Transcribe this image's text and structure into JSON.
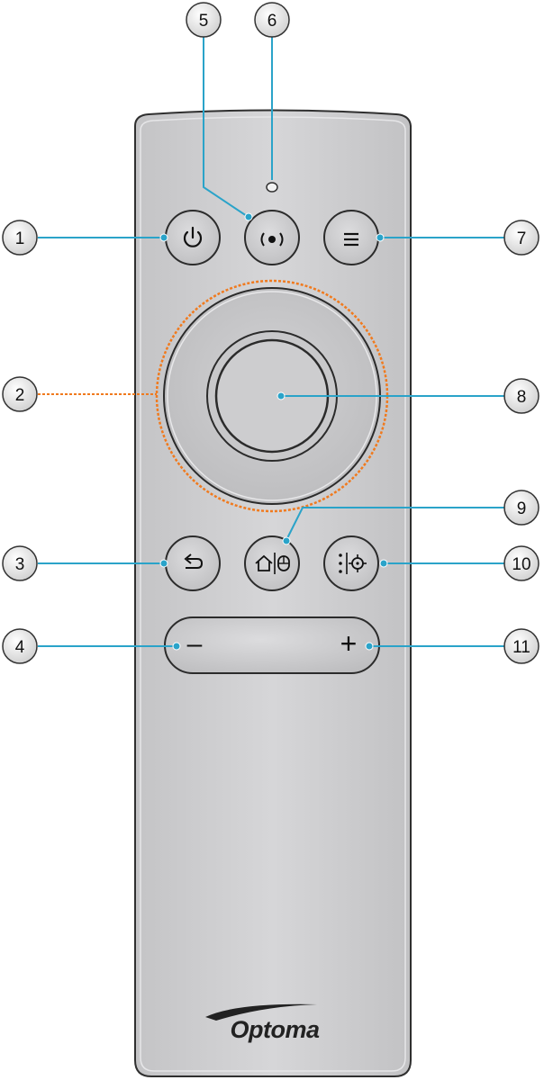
{
  "brand": {
    "name": "Optoma"
  },
  "accent_colors": {
    "callout_line": "#2aa3c9",
    "touchpad_outline": "#f07a1e",
    "remote_body": "#d0d0d2",
    "remote_edge": "#2f2f2f"
  },
  "buttons": {
    "power": {
      "icon": "power-icon"
    },
    "pairing": {
      "icon": "pairing-icon"
    },
    "menu": {
      "icon": "menu-icon"
    },
    "touchpad": {
      "icon": "none"
    },
    "select": {
      "icon": "none"
    },
    "back": {
      "icon": "back-arrow-icon"
    },
    "home_mouse": {
      "icon": "home-mouse-icon"
    },
    "options_target": {
      "icon": "options-target-icon"
    },
    "volume_down": {
      "label": "–"
    },
    "volume_up": {
      "label": "+"
    },
    "indicator": {
      "icon": "led-indicator-icon"
    }
  },
  "callouts": [
    {
      "number": "1"
    },
    {
      "number": "2"
    },
    {
      "number": "3"
    },
    {
      "number": "4"
    },
    {
      "number": "5"
    },
    {
      "number": "6"
    },
    {
      "number": "7"
    },
    {
      "number": "8"
    },
    {
      "number": "9"
    },
    {
      "number": "10"
    },
    {
      "number": "11"
    }
  ]
}
